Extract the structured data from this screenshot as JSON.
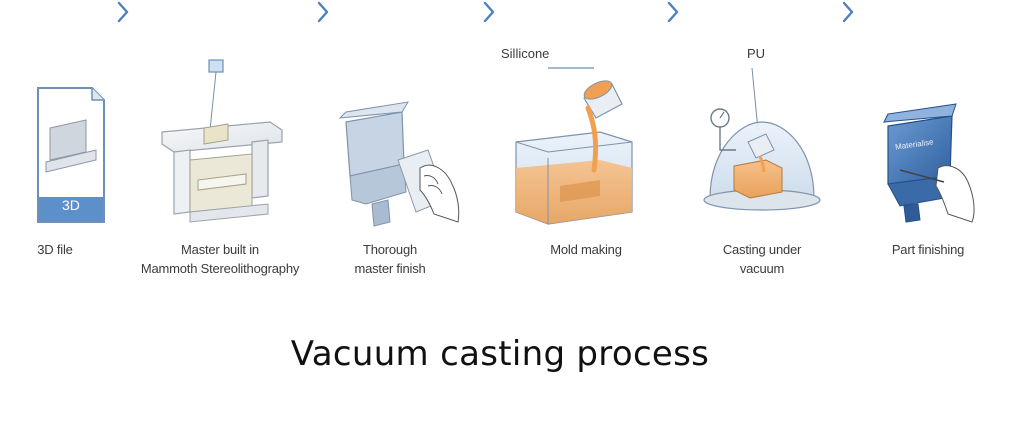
{
  "steps": [
    {
      "id": "3d-file",
      "lines": [
        "3D file",
        ""
      ]
    },
    {
      "id": "master-built",
      "lines": [
        "Master built in",
        "Mammoth Stereolithography"
      ]
    },
    {
      "id": "master-finish",
      "lines": [
        "Thorough",
        "master finish"
      ]
    },
    {
      "id": "mold-making",
      "lines": [
        "Mold making",
        ""
      ]
    },
    {
      "id": "casting-vacuum",
      "lines": [
        "Casting under",
        "vacuum"
      ]
    },
    {
      "id": "part-finishing",
      "lines": [
        "Part finishing",
        ""
      ]
    }
  ],
  "file_badge": "3D",
  "materials": {
    "silicone": "Sillicone",
    "pu": "PU"
  },
  "part_logo": "Materialise",
  "caption": "Vacuum casting process",
  "colors": {
    "accent_blue": "#3f73b3",
    "chevron": "#4d80bf",
    "resin_orange": "#f0a050",
    "part_blue": "#4a7fc1",
    "label_text": "#3b3b3b"
  }
}
